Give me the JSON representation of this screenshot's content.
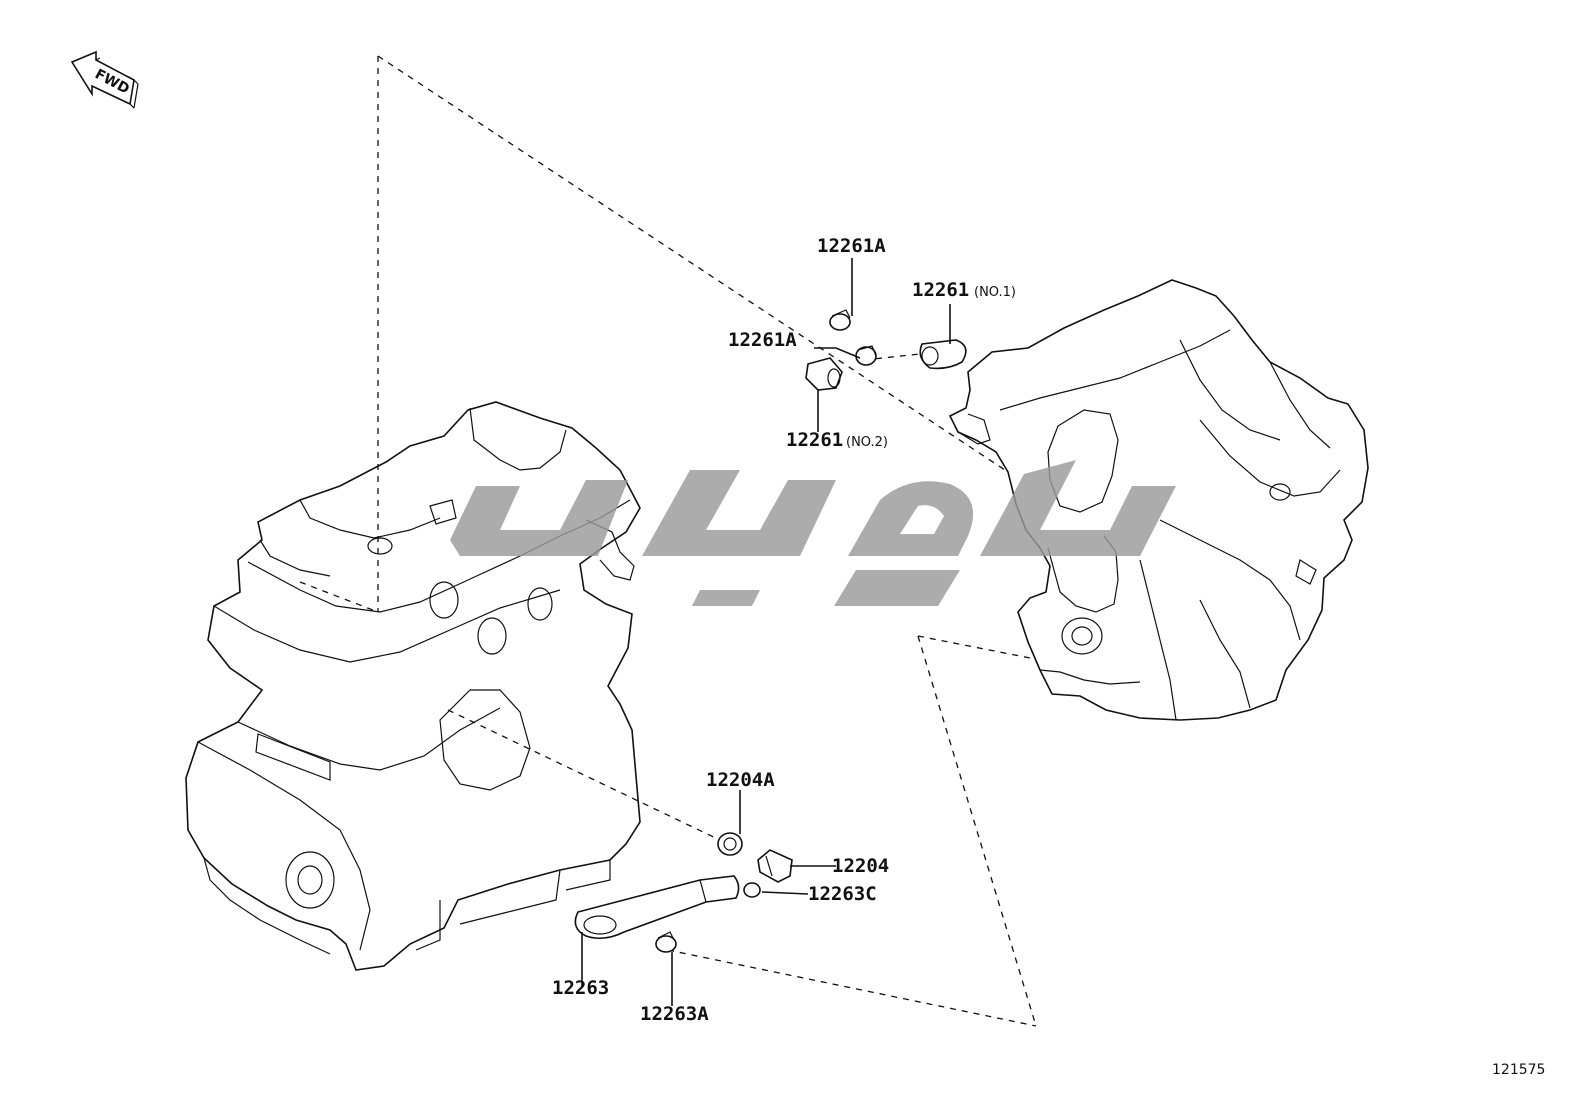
{
  "fwd_label": "FWD",
  "figure_number": "121575",
  "callouts": {
    "c12261A_top": "12261A",
    "c12261_no1": "12261",
    "c12261_no1_sub": "(NO.1)",
    "c12261A_left": "12261A",
    "c12261_no2": "12261",
    "c12261_no2_sub": "(NO.2)",
    "c12204A": "12204A",
    "c12204": "12204",
    "c12263C": "12263C",
    "c12263": "12263",
    "c12263A": "12263A"
  },
  "icons": {
    "forward_arrow": "fwd-arrow-icon",
    "watermark": "watermark-logo"
  },
  "colors": {
    "line": "#111111",
    "watermark": "#9a9a9a",
    "background": "#ffffff"
  }
}
